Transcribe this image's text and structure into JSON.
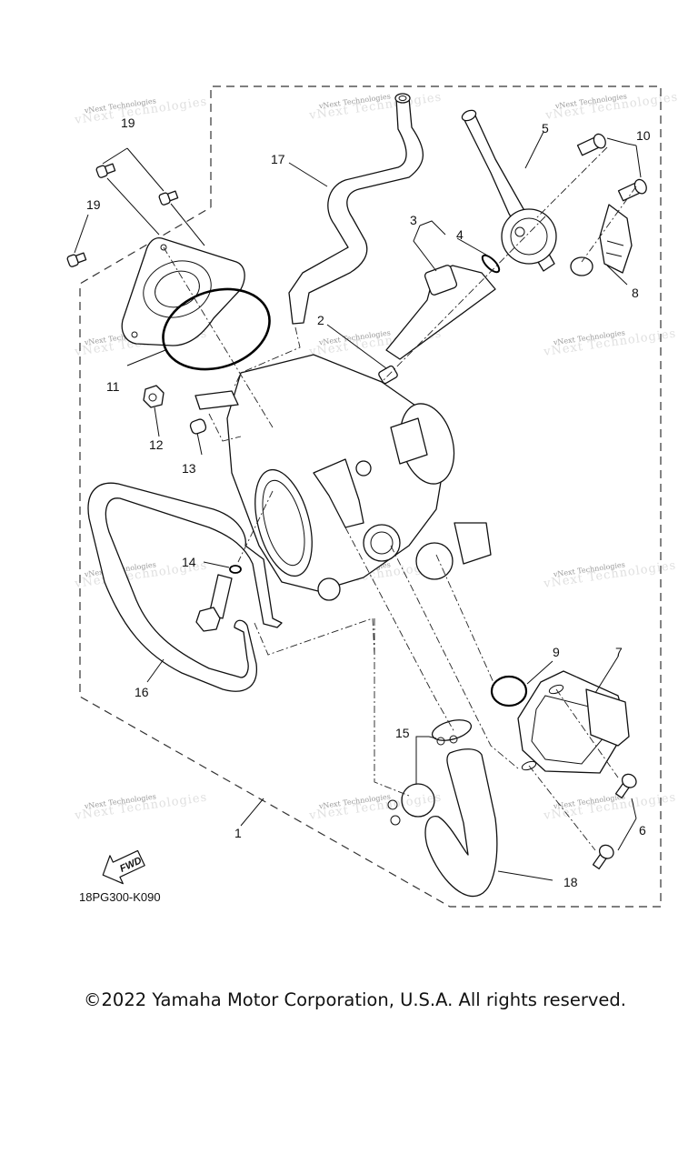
{
  "diagram": {
    "code": "18PG300-K090",
    "fwd_label": "FWD",
    "watermark": "vNext Technologies",
    "callouts": [
      {
        "id": "1",
        "label": "1"
      },
      {
        "id": "2",
        "label": "2"
      },
      {
        "id": "3",
        "label": "3"
      },
      {
        "id": "4",
        "label": "4"
      },
      {
        "id": "5",
        "label": "5"
      },
      {
        "id": "6",
        "label": "6"
      },
      {
        "id": "7",
        "label": "7"
      },
      {
        "id": "8",
        "label": "8"
      },
      {
        "id": "9",
        "label": "9"
      },
      {
        "id": "10",
        "label": "10"
      },
      {
        "id": "11",
        "label": "11"
      },
      {
        "id": "12",
        "label": "12"
      },
      {
        "id": "13",
        "label": "13"
      },
      {
        "id": "14",
        "label": "14"
      },
      {
        "id": "15",
        "label": "15"
      },
      {
        "id": "16",
        "label": "16"
      },
      {
        "id": "17",
        "label": "17"
      },
      {
        "id": "18",
        "label": "18"
      },
      {
        "id": "19a",
        "label": "19"
      },
      {
        "id": "19b",
        "label": "19"
      }
    ]
  },
  "footer": {
    "copyright": "©2022 Yamaha Motor Corporation, U.S.A. All rights reserved."
  }
}
